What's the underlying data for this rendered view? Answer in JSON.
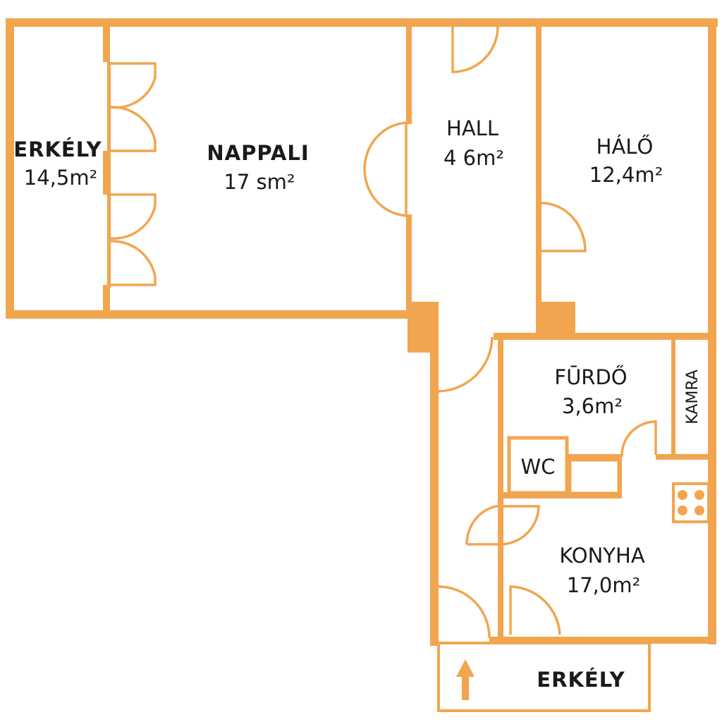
{
  "colors": {
    "wall": "#F2A54F",
    "text": "#1a1a1a",
    "background": "#ffffff"
  },
  "rooms": {
    "erkely_left": {
      "name": "ERKÉLY",
      "area": "14,5m²"
    },
    "nappali": {
      "name": "NAPPALI",
      "area": "17 sm²"
    },
    "hall": {
      "name": "HALL",
      "area": "4 6m²"
    },
    "halo": {
      "name": "HÁLŐ",
      "area": "12,4m²"
    },
    "furdo": {
      "name": "FŪRDŐ",
      "area": "3,6m²"
    },
    "kamra": {
      "name": "KAMRA"
    },
    "wc": {
      "name": "WC"
    },
    "konyha": {
      "name": "KONYHA",
      "area": "17,0m²"
    },
    "erkely_bottom": {
      "name": "ERKÉLY"
    }
  },
  "icons": {
    "entrance": "arrow-up-icon",
    "stove": "stove-icon"
  }
}
